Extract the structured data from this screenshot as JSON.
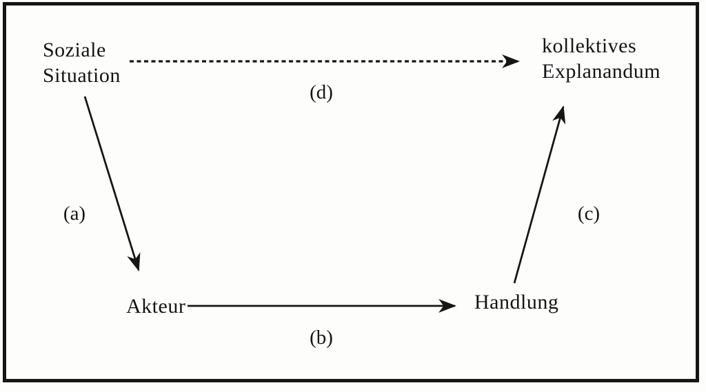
{
  "figure": {
    "colors": {
      "ink": "#161616",
      "background": "#fdfdfc"
    },
    "nodes": {
      "soziale_situation": {
        "line1": "Soziale",
        "line2": "Situation"
      },
      "kollektives_explanandum": {
        "line1": "kollektives",
        "line2": "Explanandum"
      },
      "akteur": {
        "label": "Akteur"
      },
      "handlung": {
        "label": "Handlung"
      }
    },
    "edges": {
      "a": {
        "label": "(a)",
        "from": "soziale_situation",
        "to": "akteur",
        "style": "solid"
      },
      "b": {
        "label": "(b)",
        "from": "akteur",
        "to": "handlung",
        "style": "solid"
      },
      "c": {
        "label": "(c)",
        "from": "handlung",
        "to": "kollektives_explanandum",
        "style": "solid"
      },
      "d": {
        "label": "(d)",
        "from": "soziale_situation",
        "to": "kollektives_explanandum",
        "style": "dashed"
      }
    }
  }
}
